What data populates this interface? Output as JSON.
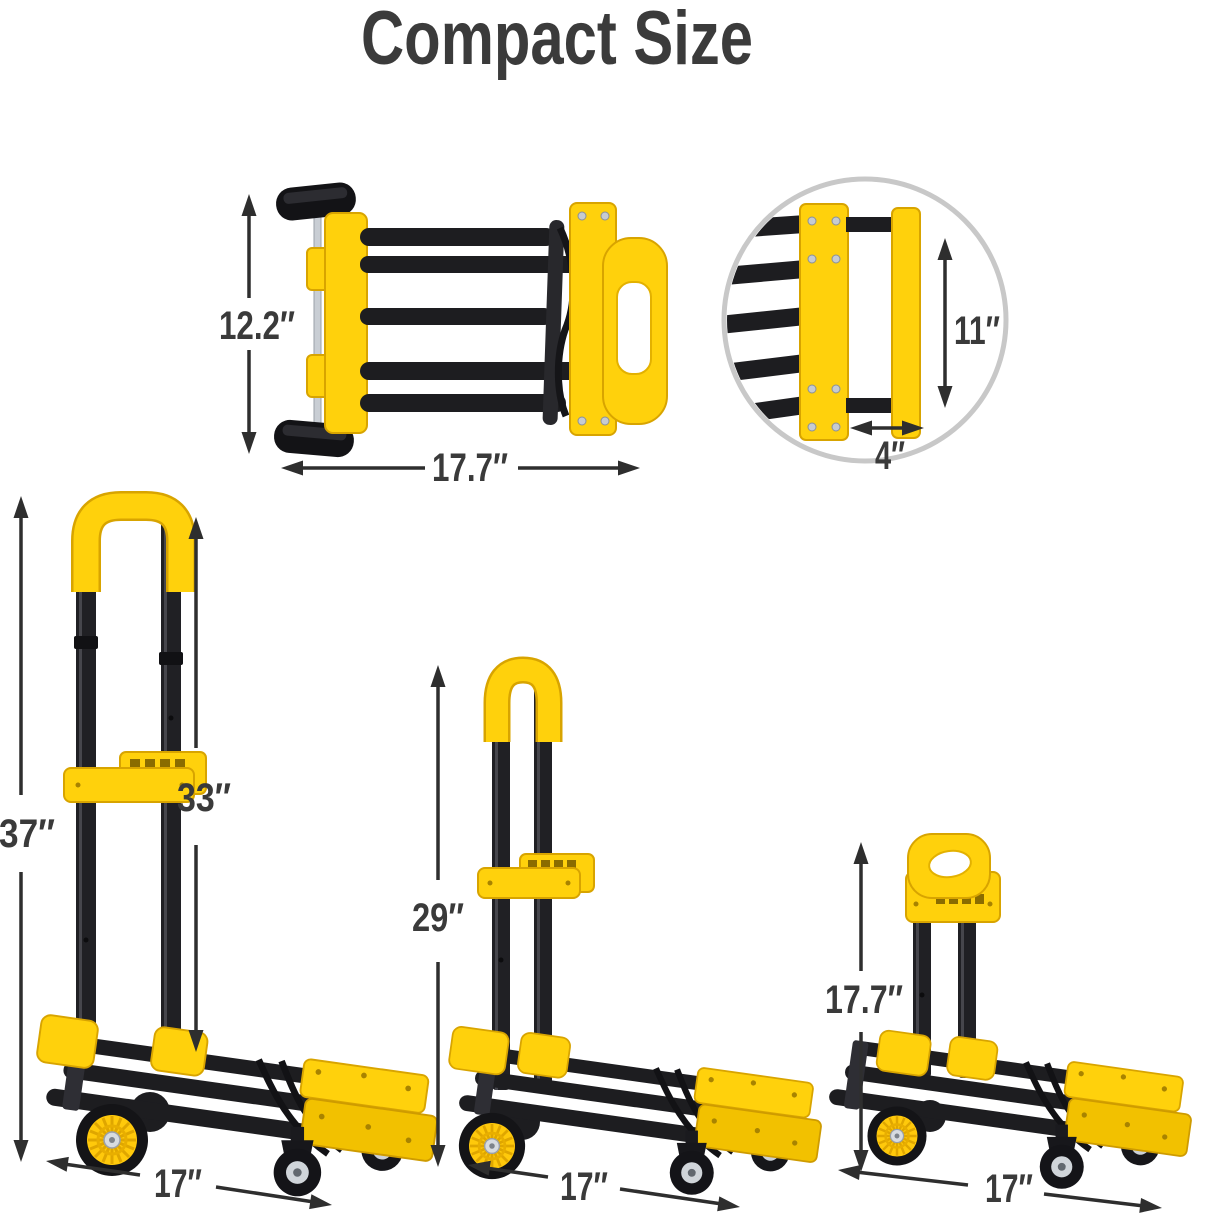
{
  "title": "Compact Size",
  "palette": {
    "yellow": "#FFD10C",
    "yellow_dark": "#D8A400",
    "frame_black": "#1E1E21",
    "label_text": "#3A3A3A",
    "arrow_color": "#2E2E2E",
    "detail_ring_gray": "#C8C8C8",
    "silver": "#C9CED4"
  },
  "views": {
    "folded_top_view": {
      "height": "12.2″",
      "width": "17.7″"
    },
    "hinge_detail": {
      "height": "11″",
      "depth": "4″"
    },
    "extended": {
      "overall_height": "37″",
      "handle_height": "33″",
      "base_width": "17″"
    },
    "mid": {
      "height": "29″",
      "base_width": "17″"
    },
    "collapsed": {
      "height": "17.7″",
      "base_width": "17″"
    }
  }
}
